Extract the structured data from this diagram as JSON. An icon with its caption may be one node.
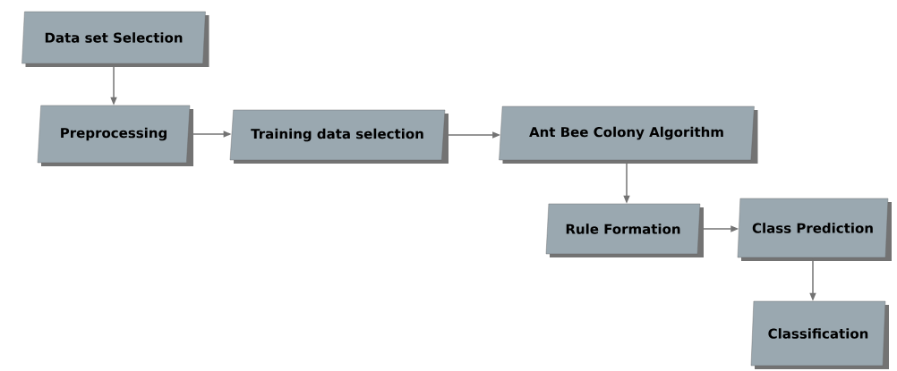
{
  "diagram": {
    "nodes": [
      {
        "text": [
          "Data set Selection"
        ]
      },
      {
        "text": [
          "Preprocessing"
        ]
      },
      {
        "text": [
          "Training data selection"
        ]
      },
      {
        "text": [
          "Ant Bee Colony Algorithm"
        ]
      },
      {
        "text": [
          "Rule Formation"
        ]
      },
      {
        "text": [
          "Class Prediction"
        ]
      },
      {
        "text": [
          "Classification"
        ]
      }
    ],
    "edges": [
      {
        "from": 0,
        "to": 1,
        "arrow": "to"
      },
      {
        "from": 1,
        "to": 2,
        "arrow": "to"
      },
      {
        "from": 2,
        "to": 3,
        "arrow": "to"
      },
      {
        "from": 3,
        "to": 4,
        "arrow": "to"
      },
      {
        "from": 4,
        "to": 5,
        "arrow": "to"
      },
      {
        "from": 5,
        "to": 6,
        "arrow": "to"
      }
    ]
  }
}
